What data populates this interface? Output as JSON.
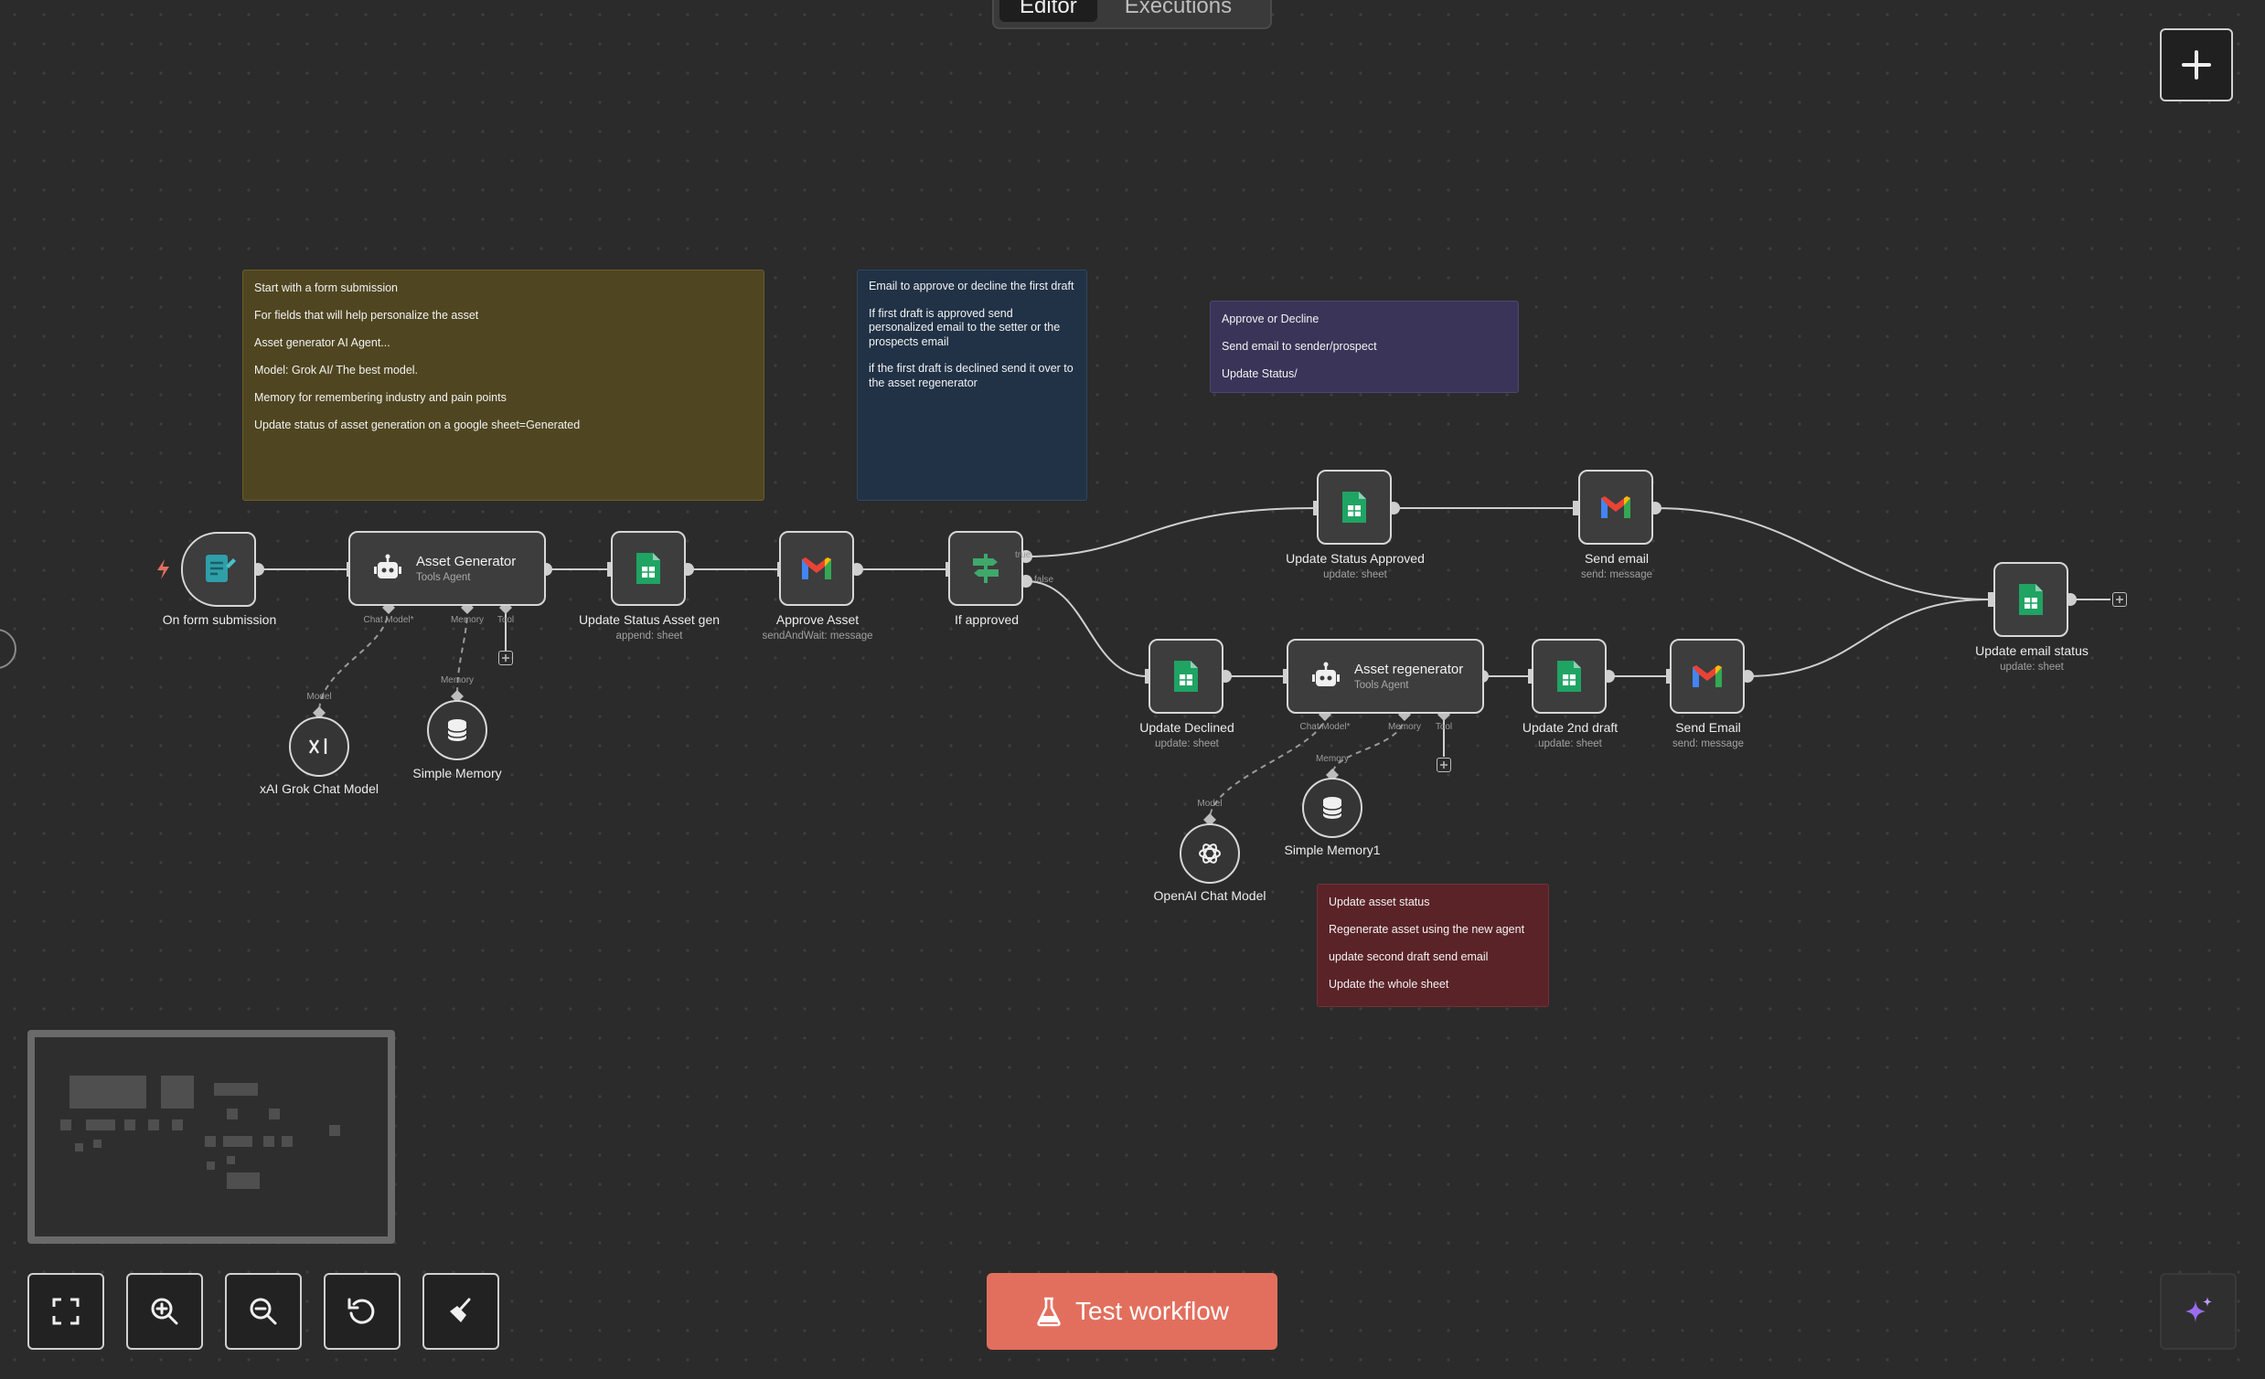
{
  "tabs": [
    {
      "label": "Editor",
      "active": true
    },
    {
      "label": "Executions",
      "active": false
    }
  ],
  "toolbar": {
    "add_node_icon": "plus-icon"
  },
  "stickies": {
    "yellow": {
      "lines": [
        "Start with a form submission",
        "For fields that will help personalize the asset",
        "Asset generator AI Agent...",
        "Model: Grok AI/ The best model.",
        "Memory for remembering industry and pain points",
        "Update status of asset generation on a google sheet=Generated"
      ]
    },
    "blue": {
      "lines": [
        "Email to approve or decline the first draft",
        "If first draft is approved send personalized email to the setter or the prospects email",
        "if the first draft is declined send it over to the asset regenerator"
      ]
    },
    "purple": {
      "lines": [
        "Approve or Decline",
        "Send email to sender/prospect",
        "Update Status/"
      ]
    },
    "red": {
      "lines": [
        "Update asset status",
        "Regenerate asset using the new agent",
        "update second draft send email",
        "Update the whole sheet"
      ]
    }
  },
  "nodes": {
    "form": {
      "label": "On form submission"
    },
    "asset_gen": {
      "title": "Asset Generator",
      "subtitle": "Tools Agent"
    },
    "update_asset": {
      "label": "Update Status Asset gen",
      "sub": "append: sheet"
    },
    "approve": {
      "label": "Approve Asset",
      "sub": "sendAndWait: message"
    },
    "if": {
      "label": "If approved",
      "true_label": "true",
      "false_label": "false"
    },
    "upd_approved": {
      "label": "Update Status Approved",
      "sub": "update: sheet"
    },
    "send_email": {
      "label": "Send email",
      "sub": "send: message"
    },
    "upd_declined": {
      "label": "Update Declined",
      "sub": "update: sheet"
    },
    "asset_regen": {
      "title": "Asset regenerator",
      "subtitle": "Tools Agent"
    },
    "upd_2nd": {
      "label": "Update 2nd draft",
      "sub": "update: sheet"
    },
    "send_email2": {
      "label": "Send Email",
      "sub": "send: message"
    },
    "upd_email": {
      "label": "Update email status",
      "sub": "update: sheet"
    },
    "xai": {
      "label": "xAI Grok Chat Model"
    },
    "memory": {
      "label": "Simple Memory"
    },
    "openai": {
      "label": "OpenAI Chat Model"
    },
    "memory1": {
      "label": "Simple Memory1"
    }
  },
  "ports": {
    "chat_model": "Chat Model*",
    "memory": "Memory",
    "tool": "Tool",
    "model": "Model"
  },
  "controls": {
    "test_button": "Test workflow",
    "fit_icon": "fullscreen-icon",
    "zoom_in_icon": "zoom-in-icon",
    "zoom_out_icon": "zoom-out-icon",
    "reset_icon": "reset-zoom-icon",
    "tidy_icon": "broom-icon",
    "ai_icon": "sparkle-icon"
  },
  "colors": {
    "accent": "#e26f5d",
    "sticky_yellow": "#4f4621",
    "sticky_blue": "#213246",
    "sticky_purple": "#3a3458",
    "sticky_red": "#5a2328"
  }
}
